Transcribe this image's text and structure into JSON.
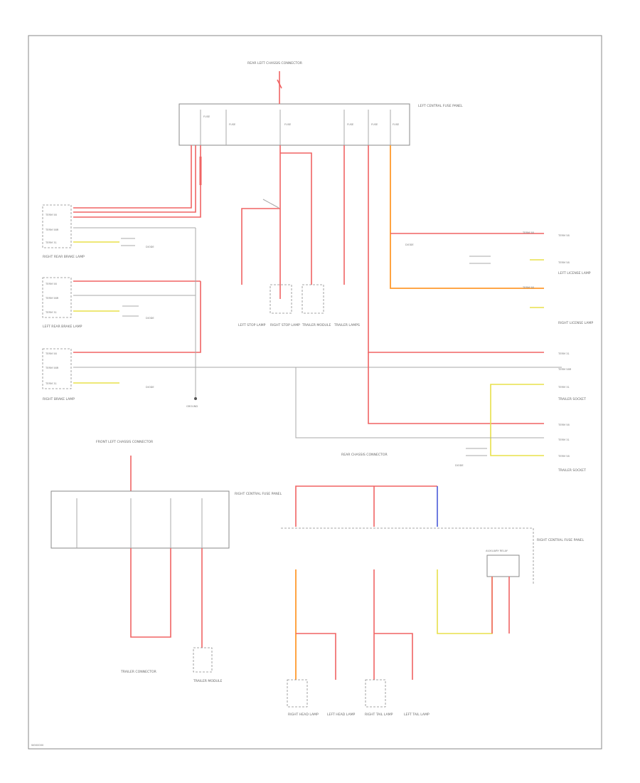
{
  "page_code": "W000000",
  "top_connector": "REAR LEFT CHASSIS CONNECTOR",
  "fuse_panel_top": {
    "label": "LEFT CENTRAL FUSE PANEL",
    "fuses": [
      "FUSE",
      "FUSE",
      "FUSE",
      "FUSE",
      "FUSE",
      "FUSE"
    ]
  },
  "left_components": [
    "RIGHT REAR BRAKE LAMP",
    "LEFT REAR BRAKE LAMP",
    "RIGHT BRAKE LAMP"
  ],
  "diode_labels": [
    "DIODE",
    "DIODE",
    "DIODE",
    "DIODE",
    "DIODE"
  ],
  "center_components": [
    "LEFT STOP LAMP",
    "RIGHT STOP LAMP",
    "TRAILER MODULE",
    "TRAILER LAMPS"
  ],
  "right_components": [
    "LEFT LICENSE LAMP",
    "RIGHT LICENSE LAMP",
    "TRAILER SOCKET",
    "TRAILER SOCKET"
  ],
  "right_wire_codes": [
    "TERM 58",
    "TERM 58",
    "TERM 58",
    "TERM 58",
    "TERM 58R",
    "TERM 31",
    "TERM 58",
    "TERM 31",
    "TERM 58",
    "TERM 31"
  ],
  "left_wire_codes": [
    "TERM 58",
    "TERM 58R",
    "TERM 31",
    "TERM 58",
    "TERM 58R",
    "TERM 31",
    "TERM 58",
    "TERM 58R",
    "TERM 31"
  ],
  "ground_label": "GROUND",
  "bottom_left_connector": "FRONT LEFT CHASSIS CONNECTOR",
  "bottom_left_panel": "RIGHT CENTRAL FUSE PANEL",
  "bottom_center_connector": "REAR CHASSIS CONNECTOR",
  "bottom_right_panel": "RIGHT CENTRAL FUSE PANEL",
  "relay_label": "AUXILIARY RELAY",
  "bottom_components": [
    "TRAILER CONNECTOR",
    "TRAILER MODULE",
    "RIGHT HEAD LAMP",
    "LEFT HEAD LAMP",
    "RIGHT TAIL LAMP",
    "LEFT TAIL LAMP"
  ]
}
